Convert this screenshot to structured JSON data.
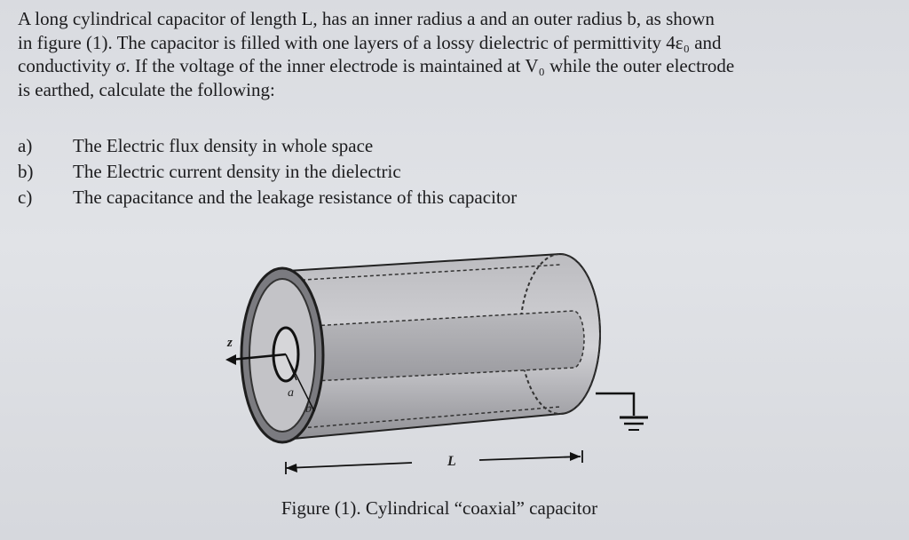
{
  "problem": {
    "lines": [
      "A long cylindrical capacitor of length L, has an inner radius a and an outer radius b, as shown",
      "in figure (1). The capacitor is filled with one layers of a lossy dielectric of permittivity 4ε₀ and",
      "conductivity σ. If the voltage of the inner electrode is maintained at V₀ while the outer electrode",
      "is earthed, calculate the following:"
    ]
  },
  "questions": [
    {
      "label": "a)",
      "text": "The Electric flux density in whole space"
    },
    {
      "label": "b)",
      "text": "The Electric current density in the dielectric"
    },
    {
      "label": "c)",
      "text": "The capacitance and the leakage resistance of this capacitor"
    }
  ],
  "figure": {
    "axis_label": "z",
    "inner_radius_label": "a",
    "outer_radius_label": "b",
    "length_label": "L",
    "caption": "Figure (1). Cylindrical “coaxial” capacitor"
  }
}
